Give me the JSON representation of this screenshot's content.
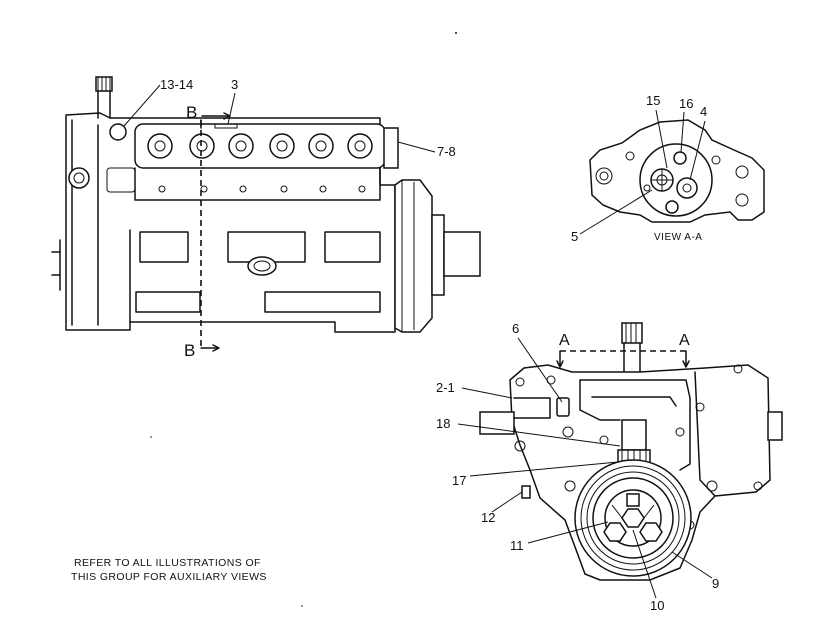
{
  "labels": {
    "c13_14": "13-14",
    "c3": "3",
    "c7_8": "7-8",
    "b_top": "B",
    "b_bottom": "B",
    "c15": "15",
    "c16": "16",
    "c4": "4",
    "c5": "5",
    "view": "VIEW A-A",
    "c6": "6",
    "a_left": "A",
    "a_right": "A",
    "c2_1": "2-1",
    "c18": "18",
    "c17": "17",
    "c12": "12",
    "c11": "11",
    "c10": "10",
    "c9": "9"
  },
  "note": {
    "line1": "REFER TO ALL ILLUSTRATIONS OF",
    "line2": "THIS GROUP FOR AUXILIARY VIEWS"
  }
}
